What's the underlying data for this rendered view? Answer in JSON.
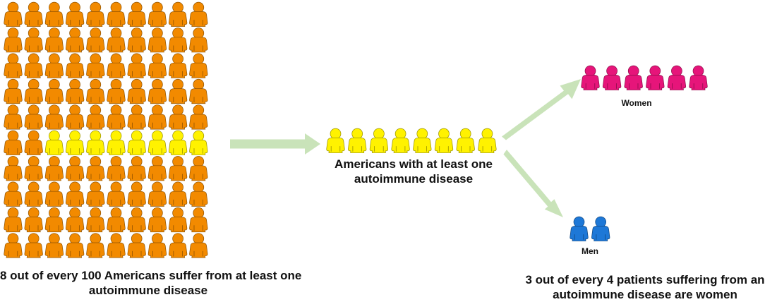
{
  "population": {
    "total": 100,
    "affected": 8,
    "colors": {
      "unaffected": "#F28A00",
      "affected": "#FFF200",
      "women": "#E6157A",
      "men": "#1E78D7",
      "arrow": "#C9E3B9"
    },
    "caption_line1": "8 out of every 100 Americans suffer from at least one",
    "caption_line2": "autoimmune disease"
  },
  "affected_group": {
    "count": 8,
    "caption_line1": "Americans with at least one",
    "caption_line2": "autoimmune disease"
  },
  "women": {
    "count": 6,
    "label": "Women"
  },
  "men": {
    "count": 2,
    "label": "Men"
  },
  "conclusion": {
    "line1": "3 out of every 4 patients suffering from an",
    "line2": "autoimmune disease are women"
  }
}
